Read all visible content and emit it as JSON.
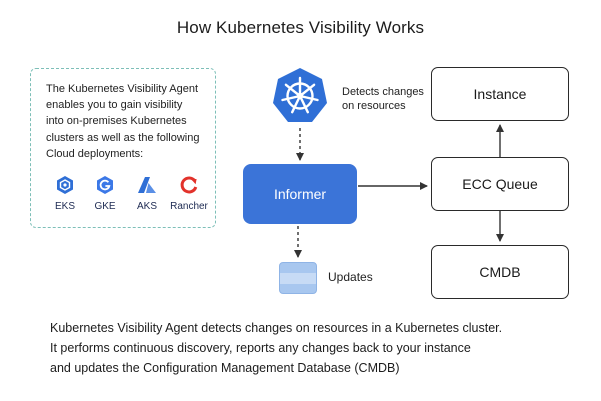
{
  "title": "How Kubernetes Visibility Works",
  "info_panel": {
    "lines": [
      "The Kubernetes Visibility Agent",
      "enables you to gain visibility",
      "into on-premises Kubernetes",
      "clusters as well as the following",
      "Cloud deployments:"
    ],
    "providers": [
      {
        "label": "EKS",
        "icon": "eks-icon",
        "color": "#2f6fd6"
      },
      {
        "label": "GKE",
        "icon": "gke-icon",
        "color": "#3b78e7"
      },
      {
        "label": "AKS",
        "icon": "aks-icon",
        "color": "#2f6fd6"
      },
      {
        "label": "Rancher",
        "icon": "rancher-icon",
        "color": "#e2322b"
      }
    ]
  },
  "kubernetes": {
    "icon": "kubernetes-icon",
    "color": "#2f6fd6",
    "detects_lines": [
      "Detects changes",
      "on resources"
    ]
  },
  "informer": {
    "label": "Informer",
    "color": "#3b74d8"
  },
  "updates": {
    "label": "Updates",
    "icon": "database-icon",
    "color": "#a8c7ef"
  },
  "boxes": {
    "instance": "Instance",
    "ecc_queue": "ECC Queue",
    "cmdb": "CMDB"
  },
  "footer": {
    "lines": [
      "Kubernetes Visibility Agent detects changes on resources in a Kubernetes cluster.",
      "It performs continuous discovery, reports any changes back to your instance",
      "and updates the Configuration Management Database (CMDB)"
    ]
  }
}
